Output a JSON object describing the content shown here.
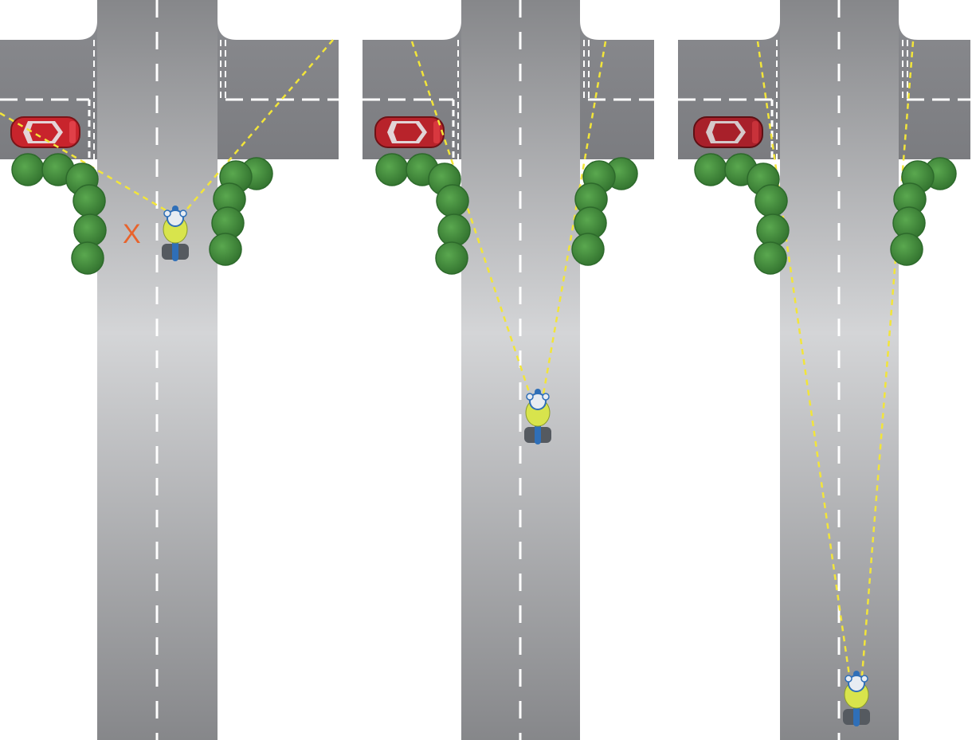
{
  "colors": {
    "background": "#ffffff",
    "road_center": "#d4d5d7",
    "road_edge": "#86878a",
    "cross_road": "#828387",
    "lane_marking": "#ffffff",
    "sight_line": "#f2e53a",
    "tree": "#3f8a3c",
    "tree_dark": "#2d6a2b",
    "car_body": "#c8242c",
    "x_mark": "#e8632c",
    "rider_jacket": "#d8e44c",
    "rider_helmet": "#e7ecf2",
    "rider_trim": "#2f6fb8",
    "tyre": "#555a60"
  },
  "panels": [
    {
      "name": "panel-1",
      "car_label": "car",
      "hazard_mark": "X",
      "sight": "blocked"
    },
    {
      "name": "panel-2",
      "car_label": "car",
      "hazard_mark": "",
      "sight": "partial"
    },
    {
      "name": "panel-3",
      "car_label": "car",
      "hazard_mark": "",
      "sight": "clear"
    }
  ],
  "icons": {
    "car": "car-icon",
    "motorcycle": "motorcycle-rider-icon",
    "tree": "tree-icon"
  }
}
